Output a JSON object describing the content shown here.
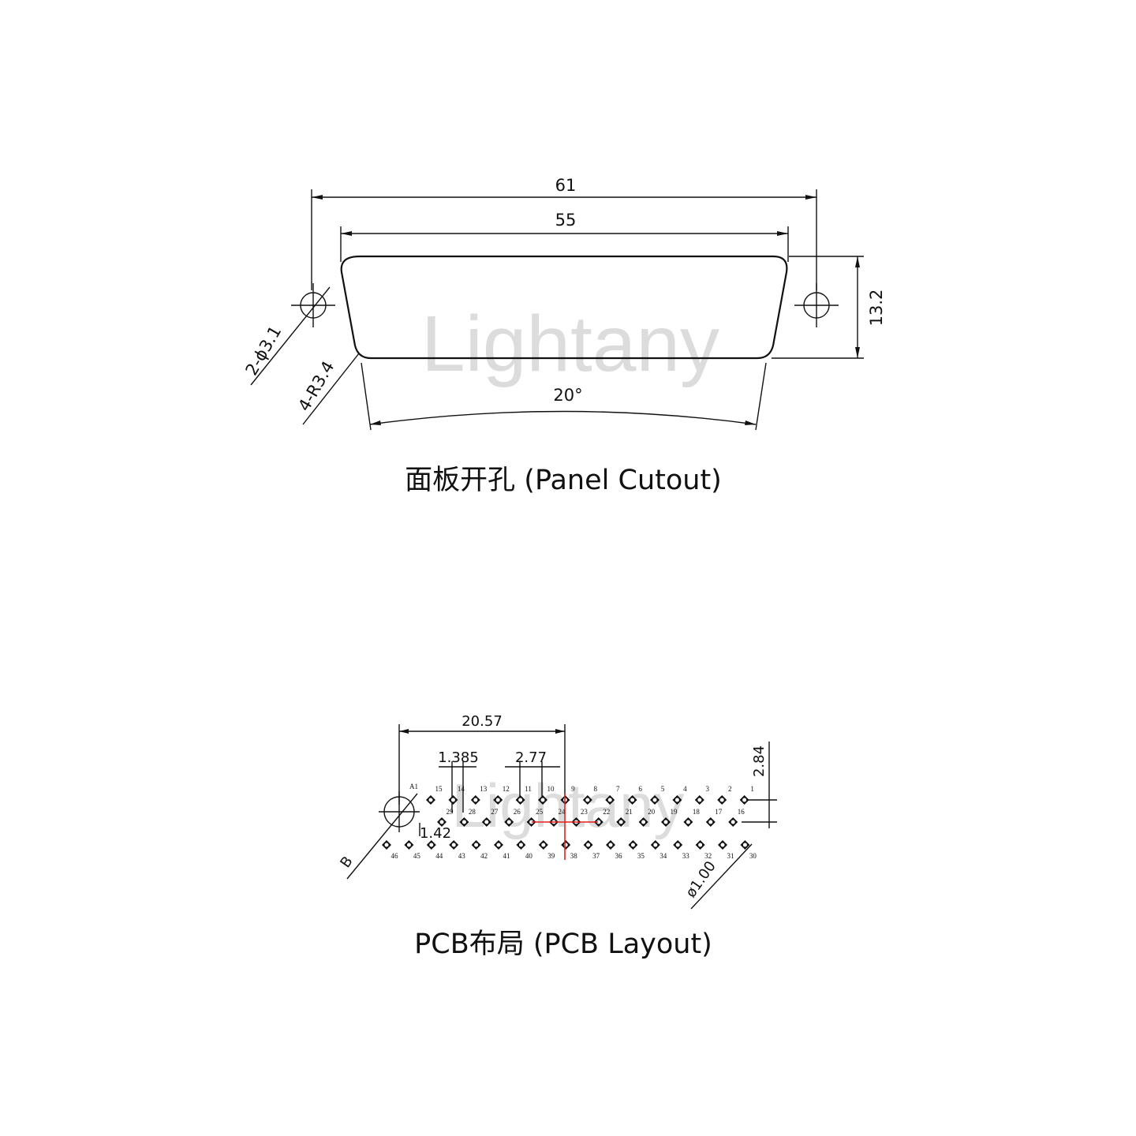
{
  "watermark": "Lightany",
  "panel": {
    "dim_overall": "61",
    "dim_cutout": "55",
    "dim_height": "13.2",
    "label_holes": "2-ϕ3.1",
    "label_radius": "4-R3.4",
    "angle": "20°",
    "caption": "面板开孔 (Panel Cutout)"
  },
  "pcb": {
    "dim_span": "20.57",
    "dim_half_pitch": "1.385",
    "dim_pitch": "2.77",
    "dim_row_spacing": "2.84",
    "dim_offset": "1.42",
    "label_a1": "A1",
    "label_b": "B",
    "label_hole": "ø1.00",
    "caption": "PCB布局 (PCB Layout)",
    "row1": [
      "15",
      "14",
      "13",
      "12",
      "11",
      "10",
      "9",
      "8",
      "7",
      "6",
      "5",
      "4",
      "3",
      "2",
      "1"
    ],
    "row2": [
      "29",
      "28",
      "27",
      "26",
      "25",
      "24",
      "23",
      "22",
      "21",
      "20",
      "19",
      "18",
      "17",
      "16"
    ],
    "row3": [
      "46",
      "45",
      "44",
      "43",
      "42",
      "41",
      "40",
      "39",
      "38",
      "37",
      "36",
      "35",
      "34",
      "33",
      "32",
      "31",
      "30"
    ],
    "highlight_color": "#e02020"
  }
}
